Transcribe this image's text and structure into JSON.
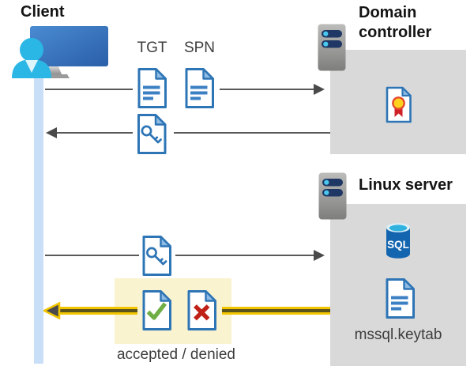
{
  "labels": {
    "client": "Client",
    "domain_controller": "Domain controller",
    "linux_server": "Linux server",
    "tgt": "TGT",
    "spn": "SPN",
    "sql": "SQL",
    "keytab_file": "mssql.keytab",
    "result": "accepted / denied"
  },
  "colors": {
    "doc_border_blue": "#2e75b6",
    "doc_fold_blue": "#8fbce4",
    "gray_box": "#d9d9d9",
    "timeline_blue": "#c9def7",
    "highlight_yellow_bg": "#faf3cf",
    "arrow_yellow": "#f2c500",
    "arrow_gray": "#595959",
    "check_green": "#6fae44",
    "cross_red": "#bf2117",
    "sql_cylinder_blue": "#1465b0",
    "person_cyan": "#2bb7e6",
    "server_pill_navy": "#1e3765",
    "cert_seal_yellow": "#ffd21c",
    "cert_ribbon_red": "#cf2127"
  },
  "icons": {
    "client-computer-icon": "monitor with user silhouette",
    "server-icon": "gray rack server with two indicator pills",
    "certificate-icon": "document with award seal",
    "ticket-document-icon": "document with text lines",
    "key-document-icon": "document with key",
    "accepted-document-icon": "document with green check mark",
    "denied-document-icon": "document with red cross",
    "sql-database-icon": "blue database cylinder labeled SQL",
    "keytab-document-icon": "document with text lines"
  }
}
